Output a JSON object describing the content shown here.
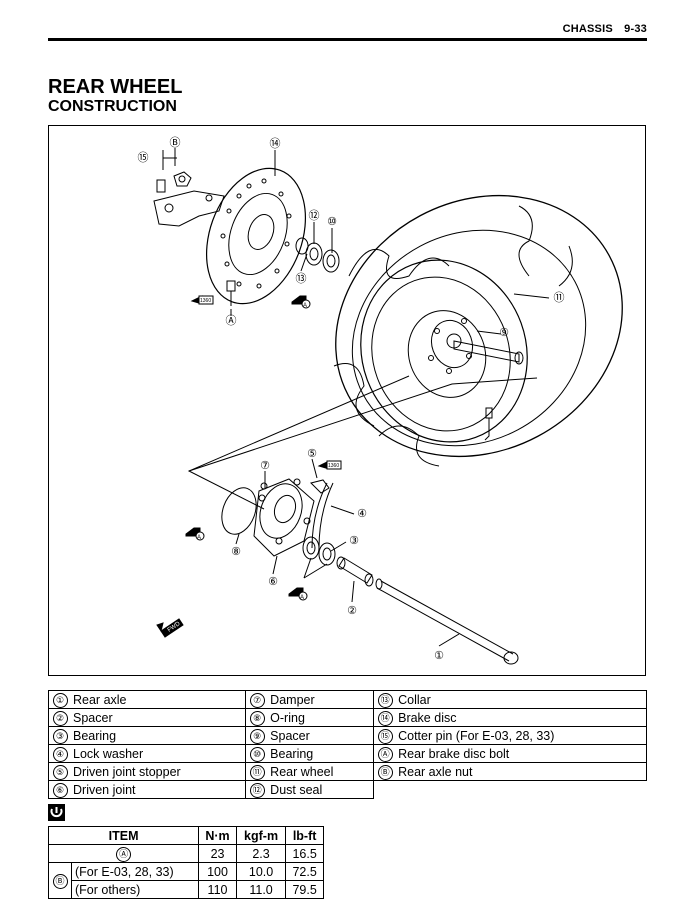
{
  "header": {
    "section": "CHASSIS",
    "page": "9-33"
  },
  "title": {
    "line1": "REAR WHEEL",
    "line2": "CONSTRUCTION"
  },
  "figure": {
    "callouts": [
      "⑮",
      "Ⓑ",
      "⑭",
      "⑫",
      "⑩",
      "⑬",
      "Ⓐ",
      "⑪",
      "⑨",
      "⑦",
      "⑤",
      "④",
      "③",
      "⑧",
      "⑥",
      "②",
      "①"
    ],
    "fwd_label": "FWD",
    "thread_lock_label": "1360"
  },
  "parts": [
    {
      "n1": "①",
      "l1": "Rear axle",
      "n2": "⑦",
      "l2": "Damper",
      "n3": "⑬",
      "l3": "Collar"
    },
    {
      "n1": "②",
      "l1": "Spacer",
      "n2": "⑧",
      "l2": "O-ring",
      "n3": "⑭",
      "l3": "Brake disc"
    },
    {
      "n1": "③",
      "l1": "Bearing",
      "n2": "⑨",
      "l2": "Spacer",
      "n3": "⑮",
      "l3": "Cotter pin (For E-03, 28, 33)"
    },
    {
      "n1": "④",
      "l1": "Lock washer",
      "n2": "⑩",
      "l2": "Bearing",
      "n3": "Ⓐ",
      "l3": "Rear brake disc bolt"
    },
    {
      "n1": "⑤",
      "l1": "Driven joint stopper",
      "n2": "⑪",
      "l2": "Rear wheel",
      "n3": "Ⓑ",
      "l3": "Rear axle nut"
    },
    {
      "n1": "⑥",
      "l1": "Driven joint",
      "n2": "⑫",
      "l2": "Dust seal"
    }
  ],
  "torque": {
    "headers": {
      "item": "ITEM",
      "nm": "N·m",
      "kgfm": "kgf-m",
      "lbft": "lb-ft"
    },
    "row_a": {
      "item": "Ⓐ",
      "nm": "23",
      "kgfm": "2.3",
      "lbft": "16.5"
    },
    "row_b_label": "Ⓑ",
    "row_b1": {
      "cond": "(For E-03, 28, 33)",
      "nm": "100",
      "kgfm": "10.0",
      "lbft": "72.5"
    },
    "row_b2": {
      "cond": "(For others)",
      "nm": "110",
      "kgfm": "11.0",
      "lbft": "79.5"
    }
  }
}
